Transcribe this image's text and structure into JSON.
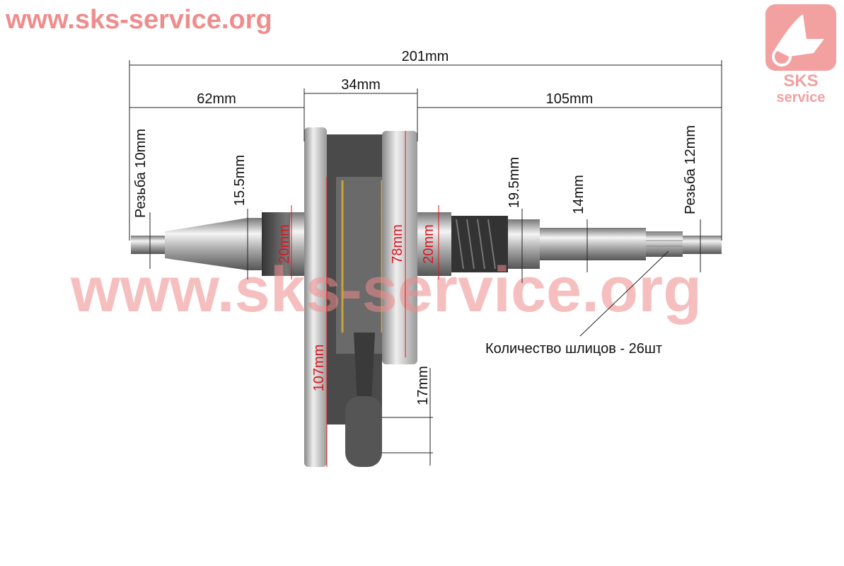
{
  "watermark": {
    "top": "www.sks-service.org",
    "center": "www.sks-service.org",
    "color": "#f08c8c"
  },
  "logo": {
    "line1": "SKS",
    "line2": "service",
    "color": "#f2a0a0"
  },
  "dimensions": {
    "total_length": "201mm",
    "left_shaft": "62mm",
    "crank_width": "34mm",
    "right_shaft": "105mm",
    "left_thread": "Резьба 10mm",
    "left_taper": "15.5mm",
    "left_bearing": "20mm",
    "flywheel_diameter": "107mm",
    "inner_height": "78mm",
    "right_bearing": "20mm",
    "right_collar": "19.5mm",
    "right_shaft_dia": "14mm",
    "right_thread": "Резьба 12mm",
    "small_end": "17mm"
  },
  "spline_note": "Количество шлицов - 26шт",
  "accent_color": "#e0141e"
}
